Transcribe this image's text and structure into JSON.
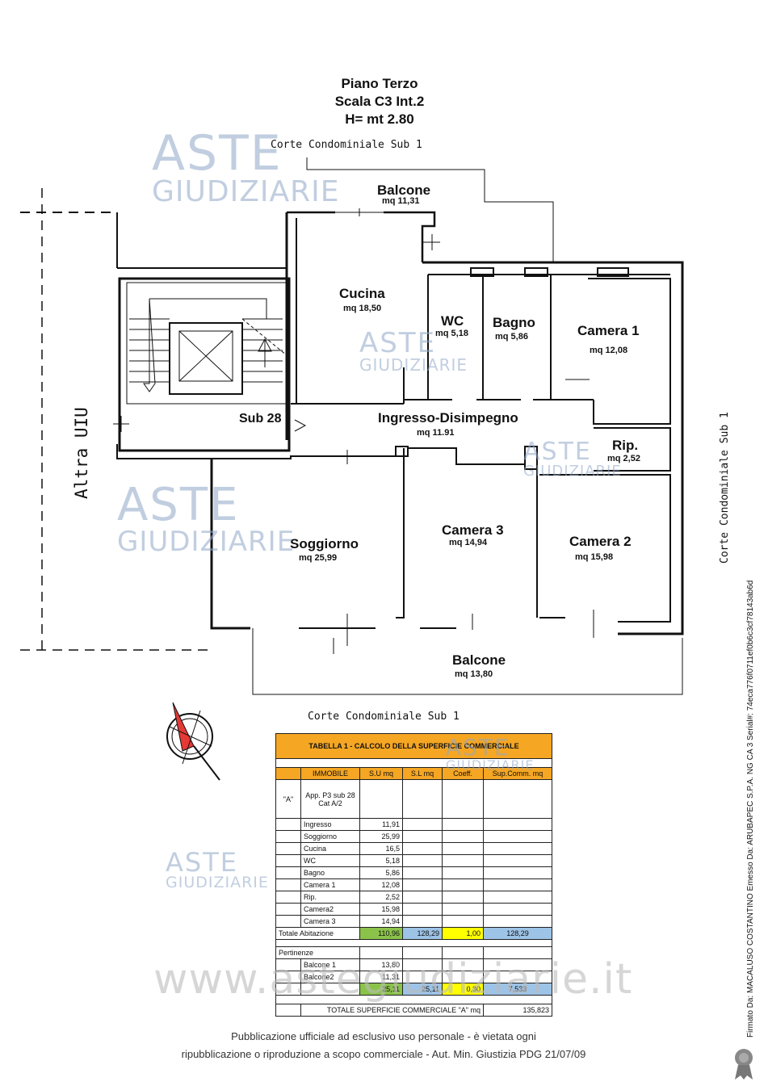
{
  "header": {
    "line1": "Piano Terzo",
    "line2": "Scala C3 Int.2",
    "line3": "H= mt 2.80"
  },
  "labels": {
    "corte_top": "Corte Condominiale Sub 1",
    "corte_bottom": "Corte Condominiale Sub 1",
    "corte_right": "Corte Condominiale Sub 1",
    "altra_uiu": "Altra UIU",
    "sub28": "Sub 28"
  },
  "rooms": [
    {
      "name": "Balcone",
      "area": "mq 11,31"
    },
    {
      "name": "Cucina",
      "area": "mq 18,50"
    },
    {
      "name": "WC",
      "area": "mq 5,18"
    },
    {
      "name": "Bagno",
      "area": "mq 5,86"
    },
    {
      "name": "Camera 1",
      "area": "mq 12,08"
    },
    {
      "name": "Ingresso-Disimpegno",
      "area": "mq 11.91"
    },
    {
      "name": "Rip.",
      "area": "mq 2,52"
    },
    {
      "name": "Soggiorno",
      "area": "mq 25,99"
    },
    {
      "name": "Camera 3",
      "area": "mq 14,94"
    },
    {
      "name": "Camera 2",
      "area": "mq 15,98"
    },
    {
      "name": "Balcone",
      "area": "mq 13,80"
    }
  ],
  "watermark": {
    "line1": "ASTE",
    "line2": "GIUDIZIARIE",
    "site": "www.astegiudiziarie.it"
  },
  "table": {
    "title": "TABELLA 1 - CALCOLO DELLA SUPERFICIE COMMERCIALE",
    "headers": [
      "IMMOBILE",
      "S.U mq",
      "S.L mq",
      "Coeff.",
      "Sup.Comm. mq"
    ],
    "unit_label": "\"A\"",
    "unit_desc": "App. P3 sub 28 Cat A/2",
    "rows": [
      {
        "name": "Ingresso",
        "su": "11,91"
      },
      {
        "name": "Soggiorno",
        "su": "25,99"
      },
      {
        "name": "Cucina",
        "su": "16,5"
      },
      {
        "name": "WC",
        "su": "5,18"
      },
      {
        "name": "Bagno",
        "su": "5,86"
      },
      {
        "name": "Camera 1",
        "su": "12,08"
      },
      {
        "name": "Rip.",
        "su": "2,52"
      },
      {
        "name": "Camera2",
        "su": "15,98"
      },
      {
        "name": "Camera 3",
        "su": "14,94"
      }
    ],
    "total_abitazione": {
      "label": "Totale Abitazione",
      "su": "110,96",
      "sl": "128,29",
      "coeff": "1,00",
      "comm": "128,29"
    },
    "pertinenze_label": "Pertinenze",
    "pertinenze": [
      {
        "name": "Balcone 1",
        "su": "13,80"
      },
      {
        "name": "Balcone2",
        "su": "11,31"
      }
    ],
    "total_pertinenze": {
      "su": "25,11",
      "sl": "25,11",
      "coeff": "0,30",
      "comm": "7,533"
    },
    "grand_total": {
      "label": "TOTALE SUPERFICIE COMMERCIALE \"A\" mq",
      "value": "135,823"
    }
  },
  "footer": {
    "line1": "Pubblicazione ufficiale ad esclusivo uso personale - è vietata ogni",
    "line2": "ripubblicazione o riproduzione a scopo commerciale - Aut. Min. Giustizia PDG 21/07/09"
  },
  "signature": "Firmato Da: MACALUSO COSTANTINO Emesso Da: ARUBAPEC S.P.A. NG CA 3 Serial#: 74eca776f0711ef0b6c3cf78143ab6d"
}
